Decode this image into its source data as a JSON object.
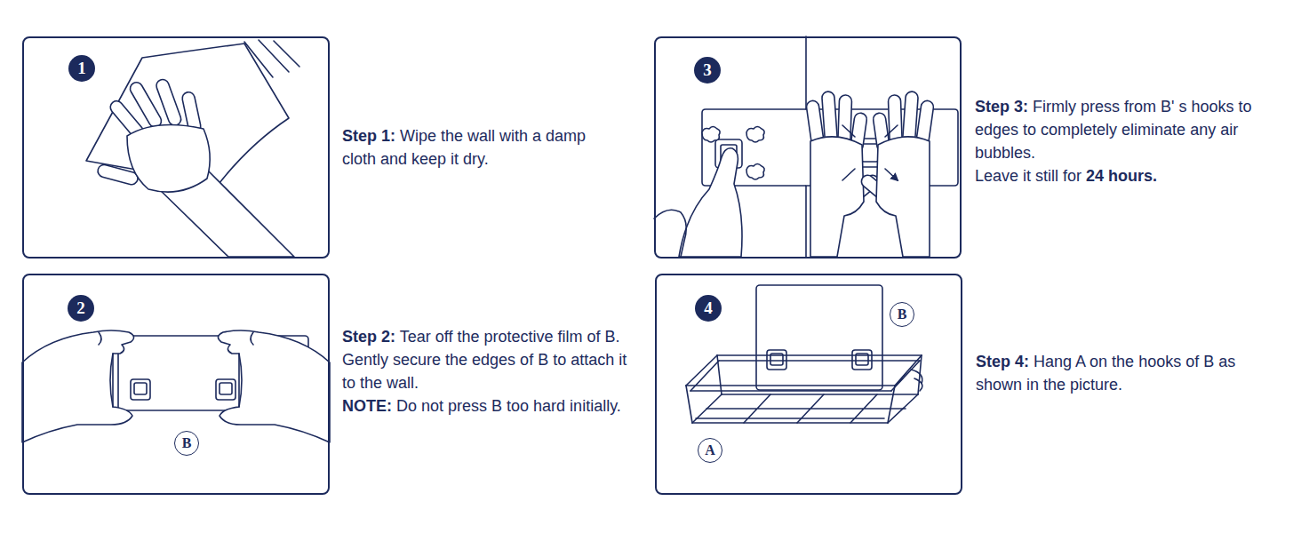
{
  "diagram": {
    "nodes": [
      {
        "text": [
          "Step 1:",
          "Wipe the wall with a damp cloth and keep it dry."
        ]
      },
      {
        "text": [
          "1"
        ],
        "in": 0
      },
      {
        "text": [
          "Step 2:",
          "Tear off the protective film of B. Gently secure the edges of B to attach it to the wall.",
          "NOTE:",
          "Do not press B too hard initially."
        ]
      },
      {
        "text": [
          "2"
        ],
        "in": 2
      },
      {
        "text": [
          "B"
        ],
        "in": 2
      },
      {
        "text": [
          "Step 3:",
          "Firmly press from B' s hooks to edges to completely eliminate any air bubbles.",
          "Leave it still for",
          "24 hours."
        ]
      },
      {
        "text": [
          "3"
        ],
        "in": 5
      },
      {
        "text": [
          "Step 4:",
          "Hang A on the hooks of B as shown in the picture."
        ]
      },
      {
        "text": [
          "4"
        ],
        "in": 7
      },
      {
        "text": [
          "B"
        ],
        "in": 7
      },
      {
        "text": [
          "A"
        ],
        "in": 7
      }
    ]
  }
}
